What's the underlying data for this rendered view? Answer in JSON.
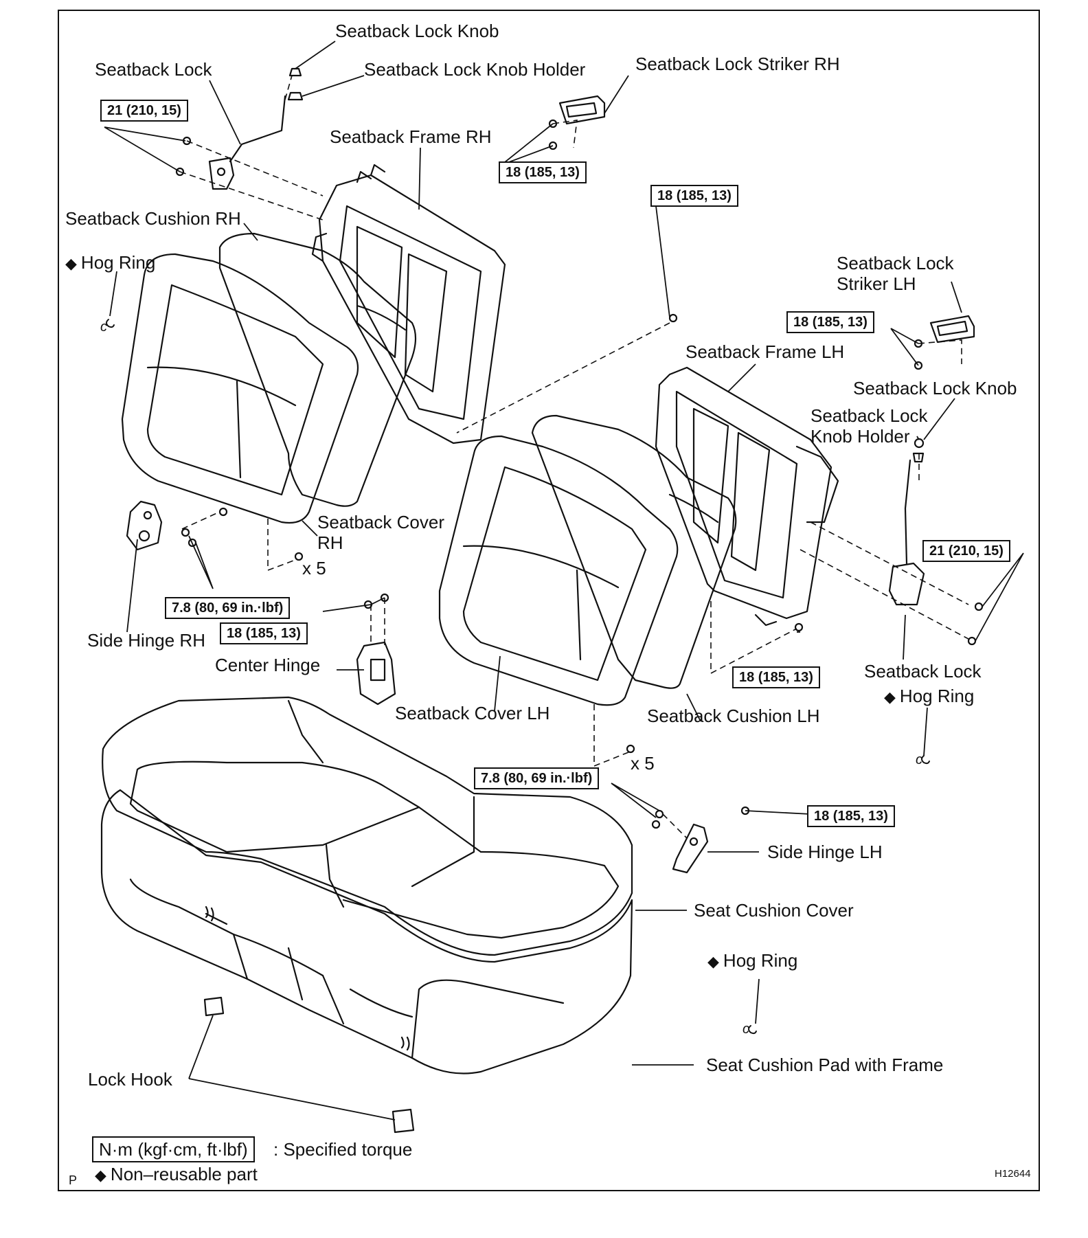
{
  "labels": {
    "seatback_lock_knob_rh": "Seatback Lock Knob",
    "seatback_lock_rh": "Seatback Lock",
    "seatback_lock_knob_holder_rh": "Seatback Lock Knob Holder",
    "seatback_lock_striker_rh": "Seatback Lock Striker RH",
    "seatback_frame_rh": "Seatback Frame RH",
    "seatback_cushion_rh": "Seatback Cushion RH",
    "hog_ring_1": "Hog Ring",
    "seatback_lock_striker_lh_1": "Seatback Lock",
    "seatback_lock_striker_lh_2": "Striker LH",
    "seatback_frame_lh": "Seatback Frame LH",
    "seatback_lock_knob_lh": "Seatback Lock Knob",
    "seatback_lock_knob_holder_lh_1": "Seatback Lock",
    "seatback_lock_knob_holder_lh_2": "Knob Holder",
    "seatback_cover_rh_1": "Seatback Cover",
    "seatback_cover_rh_2": "RH",
    "x5_a": "x 5",
    "side_hinge_rh": "Side Hinge RH",
    "center_hinge": "Center Hinge",
    "seatback_cover_lh": "Seatback Cover LH",
    "seatback_cushion_lh": "Seatback Cushion LH",
    "seatback_lock_lh": "Seatback Lock",
    "hog_ring_2": "Hog Ring",
    "x5_b": "x 5",
    "side_hinge_lh": "Side Hinge LH",
    "seat_cushion_cover": "Seat Cushion Cover",
    "hog_ring_3": "Hog Ring",
    "seat_cushion_pad": "Seat Cushion Pad with Frame",
    "lock_hook": "Lock Hook",
    "clip_symbol": "c"
  },
  "torques": {
    "t_21_rh": "21 (210, 15)",
    "t_18_striker_rh": "18 (185, 13)",
    "t_18_center_top": "18 (185, 13)",
    "t_18_striker_lh": "18 (185, 13)",
    "t_21_lh": "21 (210, 15)",
    "t_78_rh": "7.8 (80, 69 in.·lbf)",
    "t_18_center_hinge": "18 (185, 13)",
    "t_18_frame_lh": "18 (185, 13)",
    "t_78_lh": "7.8 (80, 69 in.·lbf)",
    "t_18_side_hinge_lh": "18 (185, 13)"
  },
  "legend": {
    "unit_box": "N·m (kgf·cm, ft·lbf)",
    "unit_desc": ": Specified torque",
    "non_reusable_symbol": "◆",
    "non_reusable_desc": "Non–reusable part"
  },
  "footer": {
    "page_letter": "P",
    "figure_id": "H12644"
  }
}
